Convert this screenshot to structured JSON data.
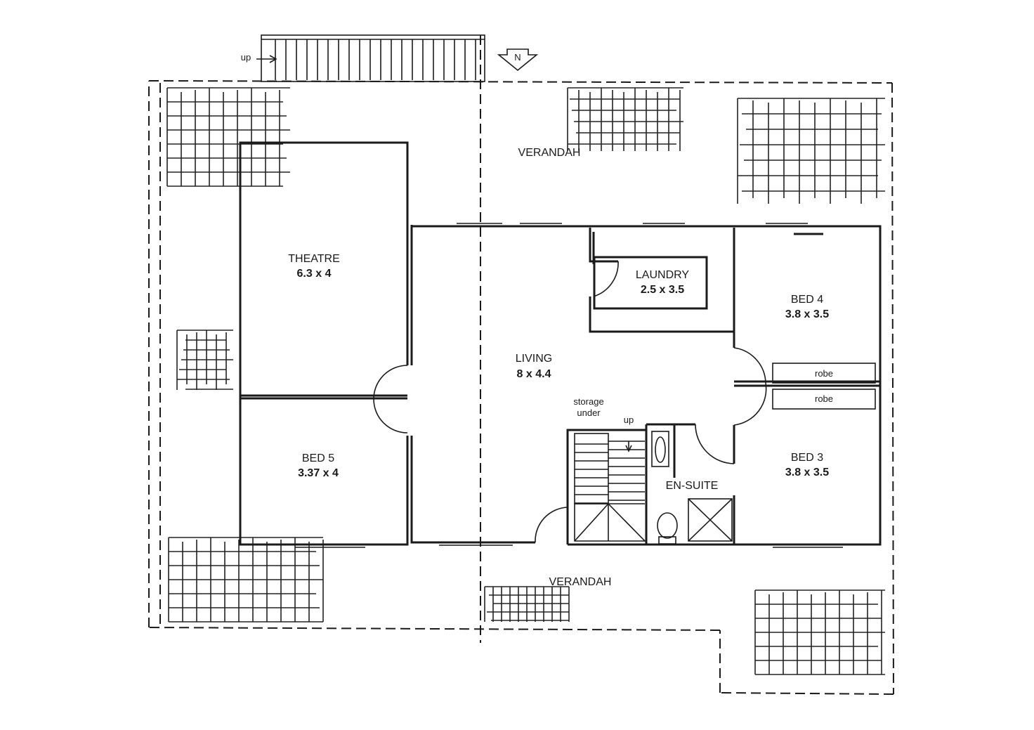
{
  "rooms": {
    "theatre": {
      "name": "THEATRE",
      "size": "6.3 x 4"
    },
    "bed5": {
      "name": "BED 5",
      "size": "3.37 x 4"
    },
    "living": {
      "name": "LIVING",
      "size": "8 x 4.4"
    },
    "laundry": {
      "name": "LAUNDRY",
      "size": "2.5 x 3.5"
    },
    "bed4": {
      "name": "BED 4",
      "size": "3.8 x 3.5"
    },
    "bed3": {
      "name": "BED 3",
      "size": "3.8 x 3.5"
    },
    "ensuite": {
      "name": "EN-SUITE"
    }
  },
  "verandah_top": "VERANDAH",
  "verandah_bottom": "VERANDAH",
  "robe_upper": "robe",
  "robe_lower": "robe",
  "storage_line1": "storage",
  "storage_line2": "under",
  "stair_up": "up",
  "deck_up": "up",
  "north": "N"
}
